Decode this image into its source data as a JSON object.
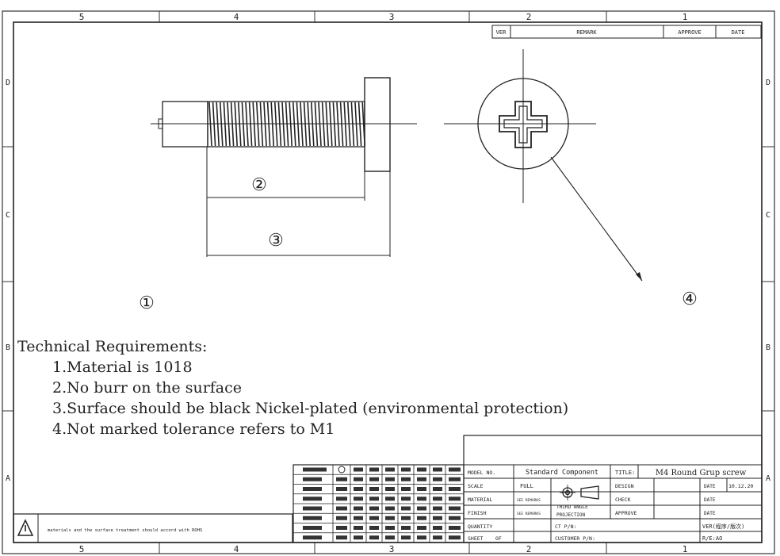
{
  "border": {
    "columns": [
      "5",
      "4",
      "3",
      "2",
      "1"
    ],
    "rows": [
      "D",
      "C",
      "B",
      "A"
    ]
  },
  "revision_table": {
    "headers": [
      "VER",
      "REMARK",
      "APPROVE",
      "DATE"
    ]
  },
  "balloons": [
    "①",
    "②",
    "③",
    "④"
  ],
  "technical_requirements": {
    "heading": "Technical Requirements:",
    "items": [
      "1.Material is 1018",
      "2.No burr on the surface",
      "3.Surface should be black Nickel-plated  (environmental protection)",
      "4.Not marked tolerance refers to M1"
    ]
  },
  "warning_note": "materials and the surface treatment should accord with ROHS",
  "title_block": {
    "model_no_label": "MODEL NO.",
    "model_no_value": "Standard Component",
    "title_label": "TITLE:",
    "title_value": "M4 Round Grup screw",
    "scale_label": "SCALE",
    "scale_value": "FULL",
    "material_label": "MATERIAL",
    "material_value": "SEE REMARKS",
    "finish_label": "FINISH",
    "finish_value": "SEE REMARKS",
    "quantity_label": "QUANTITY",
    "sheet_label": "SHEET",
    "sheet_of": "OF",
    "projection_line1": "THIRD ANGLE",
    "projection_line2": "PROJECTION",
    "design_label": "DESIGN",
    "check_label": "CHECK",
    "approve_label": "APPROVE",
    "date_label": "DATE",
    "date_value": "10.12.20",
    "ct_pn_label": "CT P/N:",
    "customer_pn_label": "CUSTOMER P/N:",
    "ver_label": "VER(程序/版次)",
    "rev_label": "R/E:AO"
  }
}
